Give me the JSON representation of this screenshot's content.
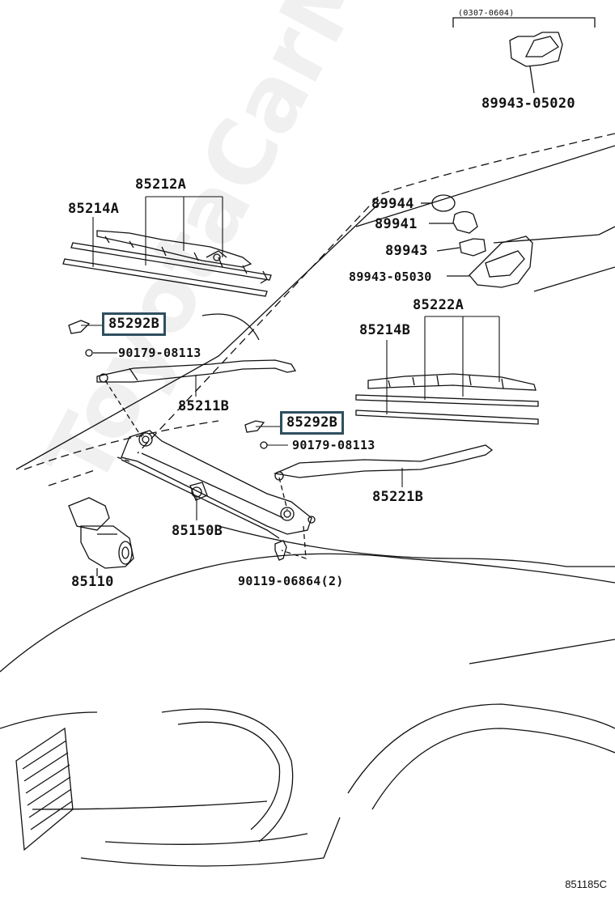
{
  "diagram": {
    "diagram_code": "851185C",
    "date_range": "(0307-0604)",
    "watermark": "ToyotaCarMine.ru",
    "labels": {
      "p89943_05020": "89943-05020",
      "p85212A": "85212A",
      "p85214A": "85214A",
      "p89944": "89944",
      "p89941": "89941",
      "p89943": "89943",
      "p89943_05030": "89943-05030",
      "p85222A": "85222A",
      "p85214B": "85214B",
      "p85292B_left": "85292B",
      "p90179_left": "90179-08113",
      "p85211B": "85211B",
      "p85292B_right": "85292B",
      "p90179_right": "90179-08113",
      "p85221B": "85221B",
      "p85150B": "85150B",
      "p85110": "85110",
      "p90119": "90119-06864(2)"
    },
    "highlight_color": "#2f4f5f"
  }
}
